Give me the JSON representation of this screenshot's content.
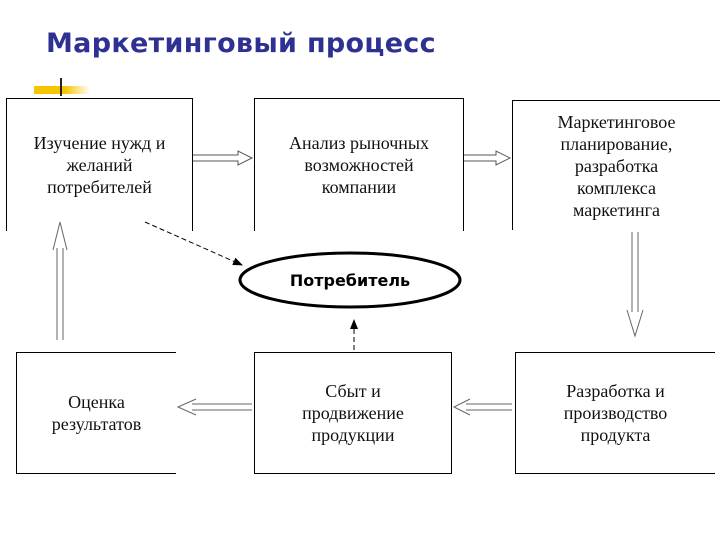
{
  "title": "Маркетинговый процесс",
  "center": {
    "label": "Потребитель"
  },
  "boxes": {
    "b1": {
      "lines": [
        "Изучение нужд и",
        "желаний",
        "потребителей"
      ]
    },
    "b2": {
      "lines": [
        "Анализ рыночных",
        "возможностей",
        "компании"
      ]
    },
    "b3": {
      "lines": [
        "Маркетинговое",
        "планирование,",
        "разработка",
        "комплекса",
        "маркетинга"
      ]
    },
    "b4": {
      "lines": [
        "Разработка и",
        "производство",
        "продукта"
      ]
    },
    "b5": {
      "lines": [
        "Сбыт и",
        "продвижение",
        "продукции"
      ]
    },
    "b6": {
      "lines": [
        "Оценка",
        "результатов"
      ]
    }
  },
  "colors": {
    "title": "#2e3192",
    "accent": "#f5c500"
  }
}
